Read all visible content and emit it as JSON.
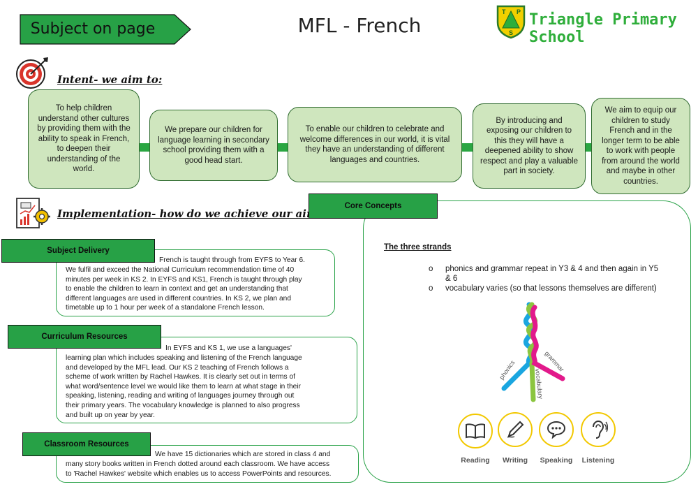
{
  "header": {
    "banner_label": "Subject on page",
    "title": "MFL - French",
    "school_name": "Triangle Primary School",
    "crest_letters": [
      "T",
      "P",
      "S"
    ]
  },
  "intent": {
    "heading": "Intent- we aim to:",
    "bubbles": [
      "To help children understand other cultures by providing them with the ability to speak in French, to deepen their understanding of the world.",
      "We prepare our children for language learning in secondary school providing them with a good head start.",
      "To enable our children to celebrate and welcome differences in our world, it is vital they have an understanding of different languages and countries.",
      "By introducing and exposing our children to this they will have a deepened ability to show respect and play a valuable part in society.",
      "We aim to equip our children to study French and in the longer term to be able to work with people from around the world and maybe in other countries."
    ]
  },
  "implementation": {
    "heading": "Implementation- how do we achieve our aims?",
    "subject_delivery": {
      "label": "Subject Delivery",
      "first_line": "French is taught through from EYFS to Year 6.",
      "lines": [
        "We fulfil and exceed the National Curriculum recommendation time of 40",
        "minutes per week in KS 2. In EYFS  and KS1, French is taught through play",
        "to enable the children to learn in context and get an understanding that",
        "different languages are used in different countries. In KS 2, we plan and",
        "timetable up to 1 hour per week of a standalone French lesson."
      ]
    },
    "curriculum_resources": {
      "label": "Curriculum Resources",
      "first_line": "In EYFS  and KS 1, we use a languages'",
      "lines": [
        "learning plan which includes speaking and listening of the French language",
        "and developed by the MFL lead. Our KS 2 teaching of French follows a",
        "scheme of work written by Rachel Hawkes. It is clearly set out in terms of",
        "what word/sentence level we would like them to learn at what stage in their",
        "speaking, listening, reading and writing of languages journey through out",
        "their primary years. The vocabulary knowledge is planned to also progress",
        "and built up on year by year."
      ]
    },
    "classroom_resources": {
      "label": "Classroom Resources",
      "first_line": "We have 15 dictionaries which are stored in class 4 and",
      "lines": [
        "many story books written in French dotted around each classroom.  We have access",
        "to 'Rachel Hawkes' website which enables us to access PowerPoints and resources."
      ]
    }
  },
  "core_concepts": {
    "label": "Core Concepts",
    "strands_heading": "The three strands",
    "bullets": [
      "phonics and grammar repeat in Y3 & 4 and then again in Y5 & 6",
      "vocabulary varies (so that lessons themselves are different)"
    ],
    "bullet_first_lines": [
      "phonics and grammar repeat in Y3 & 4 and then again in Y5",
      "& 6"
    ],
    "braid_labels": [
      "phonics",
      "vocabulary",
      "grammar"
    ],
    "braid_colors": {
      "phonics": "#1aa6e0",
      "vocabulary": "#8bc53f",
      "grammar": "#e2198b"
    },
    "skills": [
      {
        "label": "Reading",
        "icon": "book-icon"
      },
      {
        "label": "Writing",
        "icon": "pen-icon"
      },
      {
        "label": "Speaking",
        "icon": "speech-bubble-icon"
      },
      {
        "label": "Listening",
        "icon": "ear-icon"
      }
    ],
    "skill_ring_color": "#f2c800"
  },
  "colors": {
    "accent_green": "#27a146",
    "bubble_fill": "#cfe6be",
    "school_green": "#2fae3b"
  }
}
